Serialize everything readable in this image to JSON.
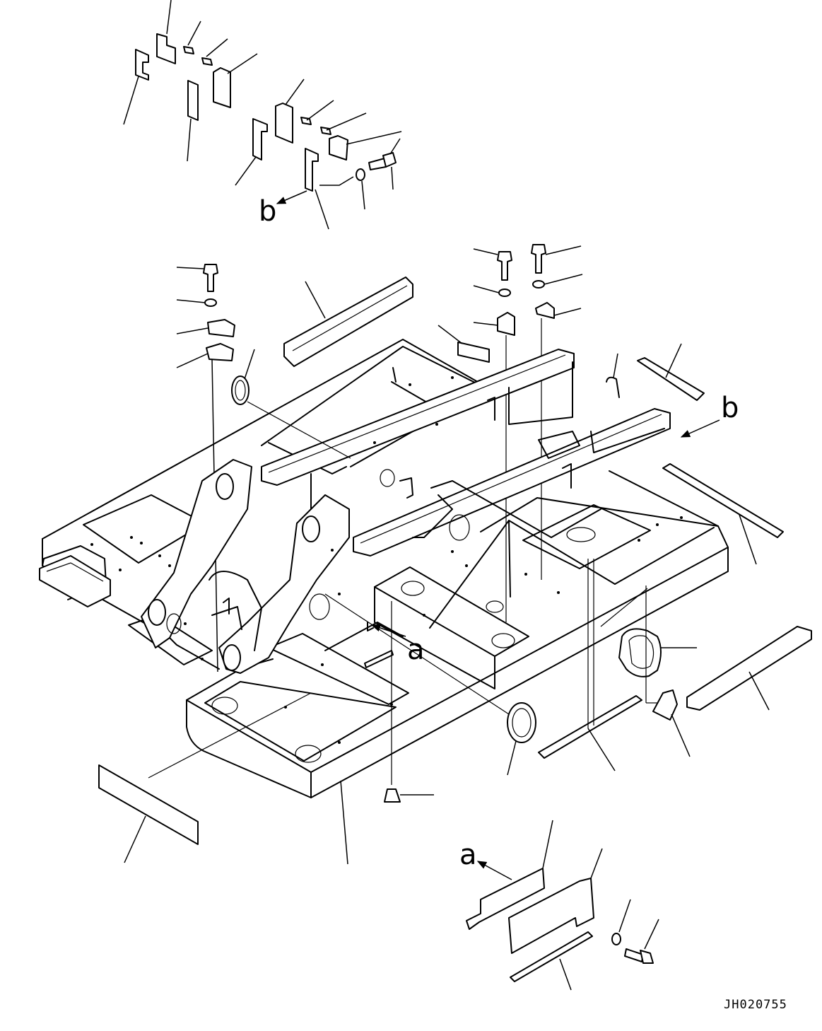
{
  "drawing_id": "JH020755",
  "callouts": {
    "a": "a",
    "b": "b"
  }
}
